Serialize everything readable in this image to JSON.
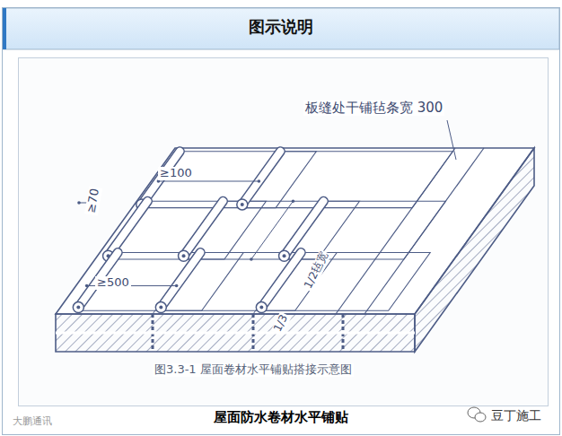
{
  "diagram": {
    "title": "图示说明",
    "caption": "屋面防水卷材水平铺贴",
    "labels": [
      "板缝处干铺毡条宽 300",
      "≥100",
      "≥70",
      "≥500",
      "1/2毡宽",
      "1/3",
      "图3.3-1 屋面卷材水平铺贴搭接示意图",
      "大鹏通讯",
      "豆丁施工"
    ]
  }
}
